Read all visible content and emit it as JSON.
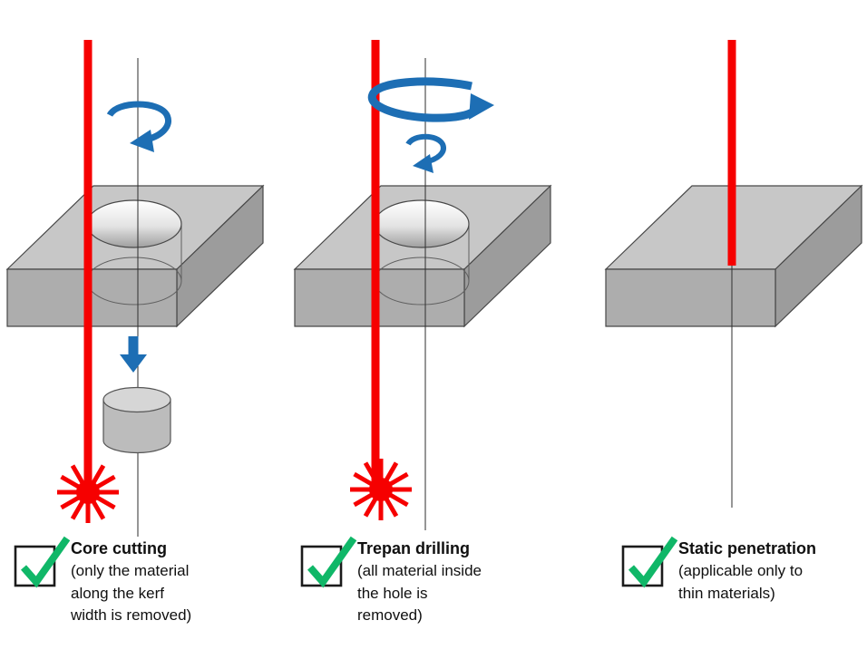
{
  "page": {
    "background": "#ffffff"
  },
  "colors": {
    "laser-red": "#f60000",
    "arrow-blue": "#1d6eb4",
    "check-green": "#10b768",
    "slab-top": "#c7c7c7",
    "slab-front": "#adadad",
    "slab-side": "#9c9c9c",
    "outline": "#474747"
  },
  "panels": [
    {
      "title": "Core cutting",
      "desc": [
        "(only the material",
        "along the kerf",
        "width is removed)"
      ]
    },
    {
      "title": "Trepan drilling",
      "desc": [
        "(all material inside",
        "the hole is",
        "removed)"
      ]
    },
    {
      "title": "Static penetration",
      "desc": [
        "(applicable only to",
        "thin materials)"
      ]
    }
  ]
}
